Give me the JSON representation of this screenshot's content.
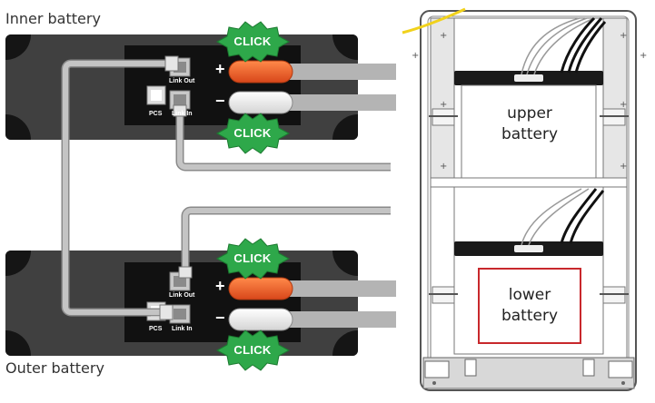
{
  "labels": {
    "inner_battery": "Inner battery",
    "outer_battery": "Outer battery"
  },
  "click_badges": [
    "CLICK",
    "CLICK",
    "CLICK",
    "CLICK"
  ],
  "ports": {
    "link_out": "Link Out",
    "link_in": "Link In",
    "pcs": "PCS"
  },
  "terminals": {
    "positive": "+",
    "negative": "−"
  },
  "cabinet": {
    "upper_line1": "upper",
    "upper_line2": "battery",
    "lower_line1": "lower",
    "lower_line2": "battery"
  },
  "colors": {
    "battery_body": "#404040",
    "panel": "#111111",
    "cable_grey": "#a8a8a8",
    "positive_cable": "#e8561e",
    "click_star": "#2ea84a",
    "lower_highlight": "#c8282c",
    "ground_wire": "#f1d21c"
  }
}
